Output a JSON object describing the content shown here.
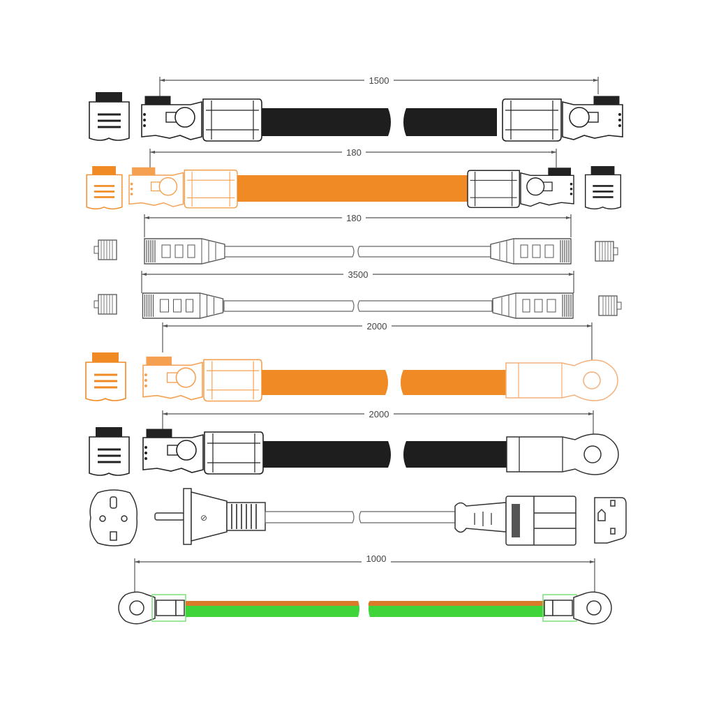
{
  "diagram": {
    "title": "Battery cable set dimension drawing",
    "colors": {
      "black_cable": "#1e1e1e",
      "orange_cable": "#f08a24",
      "green_cable": "#3fd43a",
      "line": "#333333"
    },
    "rows": [
      {
        "id": "black-power-cable-connector-both-ends",
        "length_label": "1500"
      },
      {
        "id": "orange-black-power-cable",
        "length_label": "180"
      },
      {
        "id": "rj45-comm-cable-short",
        "length_label": "180"
      },
      {
        "id": "rj45-comm-cable-long",
        "length_label": "3500"
      },
      {
        "id": "orange-cable-ring-lug",
        "length_label": "2000"
      },
      {
        "id": "black-cable-ring-lug",
        "length_label": "2000"
      },
      {
        "id": "schuko-to-iec-power-cord"
      },
      {
        "id": "ground-cable-ring-lugs",
        "length_label": "1000"
      }
    ]
  }
}
